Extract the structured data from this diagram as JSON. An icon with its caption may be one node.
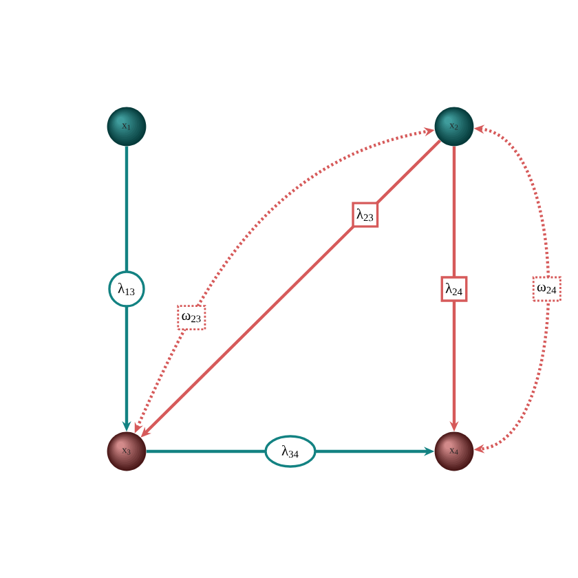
{
  "diagram": {
    "nodes": [
      {
        "text": [
          "x$_{1}$"
        ]
      },
      {
        "text": [
          "x$_{2}$"
        ]
      },
      {
        "text": [
          "x$_{3}$"
        ]
      },
      {
        "text": [
          "x$_{4}$"
        ]
      }
    ],
    "edges": [
      {
        "from": 0,
        "to": 2,
        "arrow": "to",
        "label": "λ$_{13}$",
        "color": "#138282"
      },
      {
        "from": 1,
        "to": 2,
        "arrow": "to",
        "label": "λ$_{23}$"
      },
      {
        "from": 1,
        "to": 3,
        "arrow": "to",
        "label": "λ$_{24}$"
      },
      {
        "from": 2,
        "to": 3,
        "arrow": "to",
        "label": "λ$_{34}$",
        "color": "#138282"
      },
      {
        "from": 2,
        "to": 1,
        "arrow": "both",
        "label": "ω$_{23}$",
        "style": "dashed"
      },
      {
        "from": 1,
        "to": 3,
        "arrow": "both",
        "label": "ω$_{24}$",
        "style": "dashed"
      }
    ]
  }
}
